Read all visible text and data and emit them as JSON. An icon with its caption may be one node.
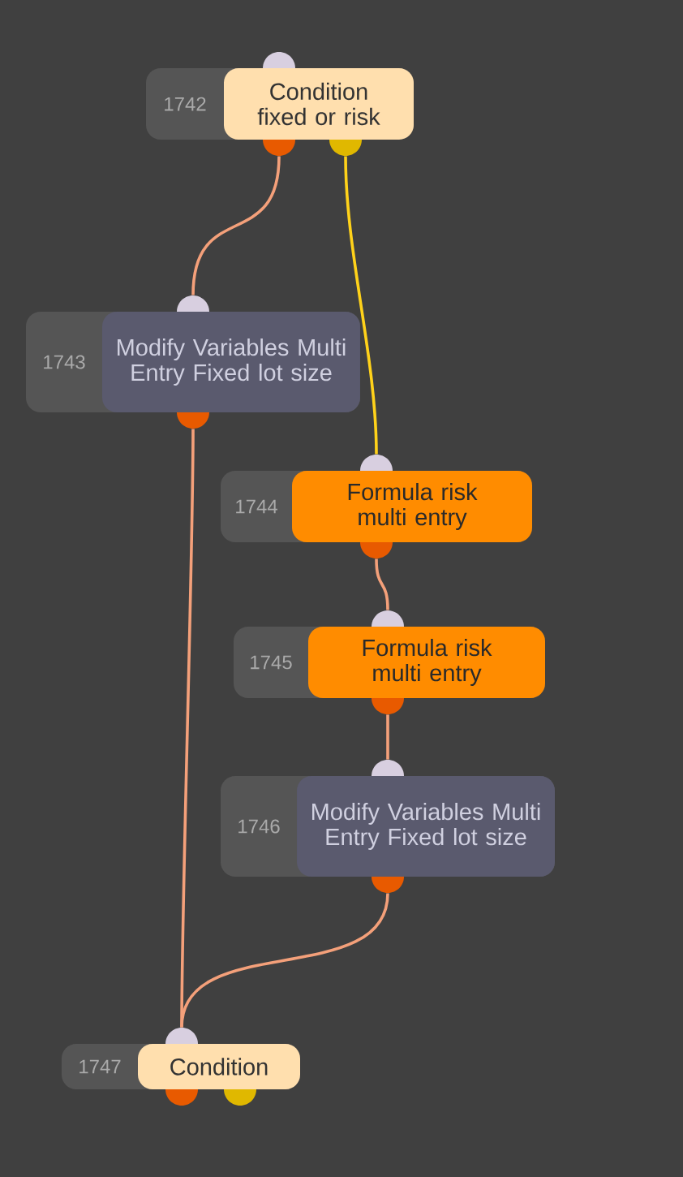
{
  "diagram": {
    "nodes": [
      {
        "text": [
          "1742",
          "Condition fixed or risk"
        ]
      },
      {
        "text": [
          "1743",
          "Modify Variables Multi Entry Fixed lot size"
        ]
      },
      {
        "text": [
          "1744",
          "Formula risk multi entry"
        ]
      },
      {
        "text": [
          "1745",
          "Formula risk multi entry"
        ]
      },
      {
        "text": [
          "1746",
          "Modify Variables Multi Entry Fixed lot size"
        ]
      },
      {
        "text": [
          "1747",
          "Condition"
        ]
      }
    ],
    "edges": [
      {
        "from": 0,
        "to": 1,
        "arrow": "none"
      },
      {
        "from": 0,
        "to": 2,
        "arrow": "none",
        "color": "#ffd21a"
      },
      {
        "from": 2,
        "to": 3,
        "arrow": "none"
      },
      {
        "from": 3,
        "to": 4,
        "arrow": "none"
      },
      {
        "from": 4,
        "to": 5,
        "arrow": "none"
      },
      {
        "from": 1,
        "to": 5,
        "arrow": "none"
      }
    ]
  }
}
